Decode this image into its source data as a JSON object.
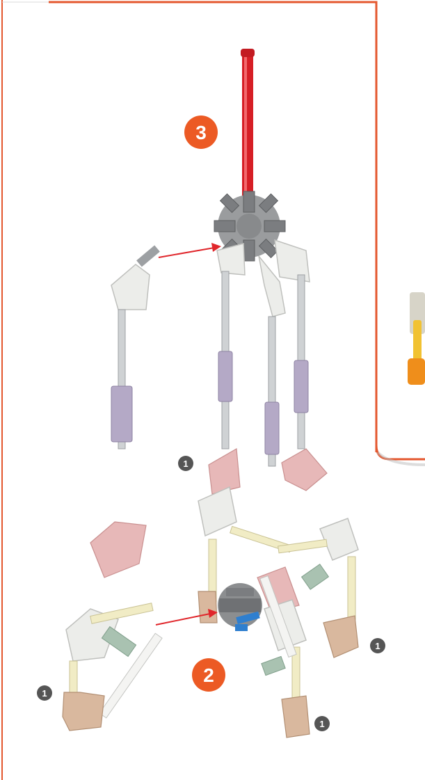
{
  "steps": {
    "step_3": "3",
    "step_2": "2"
  },
  "callouts": {
    "sub_step_upper": "1",
    "sub_step_right": "1",
    "sub_step_left": "1",
    "sub_step_bottom": "1"
  },
  "colors": {
    "frame": "#e4572e",
    "step_badge": "#ec5a24",
    "sub_badge": "#555555",
    "arrow": "#e0262b",
    "red_rod": "#d61f26",
    "gray_connector": "#7b7d80",
    "white_connector": "#ecedea",
    "lilac_rod": "#b4a9c6",
    "pink_connector": "#e7b8b8",
    "cream_rod": "#f1ecc5",
    "tan_connector": "#d9b89e",
    "green_part": "#a9c2b1",
    "blue_rod": "#2f7fcf",
    "silver_rod": "#cfd2d4"
  },
  "icons": {
    "arrow_upper": "red-arrow-icon",
    "arrow_lower": "red-arrow-icon"
  }
}
